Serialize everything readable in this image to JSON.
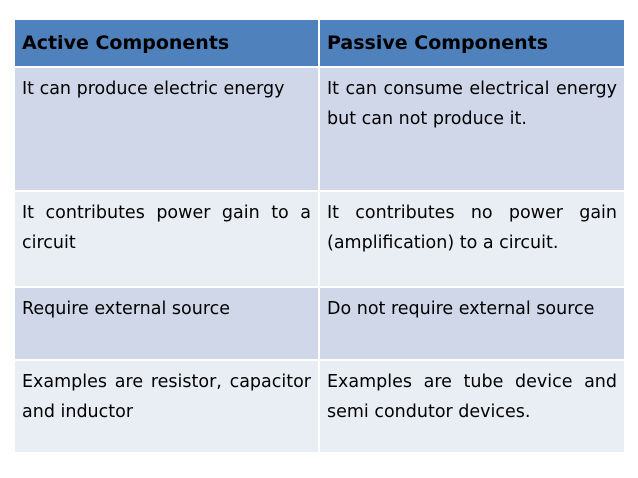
{
  "table": {
    "headers": [
      "Active Components",
      "Passive Components"
    ],
    "rows": [
      {
        "active": "It can produce electric energy",
        "passive": "It can consume electrical energy but can not produce it."
      },
      {
        "active": "It contributes power gain to a circuit",
        "passive": "It contributes no power gain (amplification) to a circuit."
      },
      {
        "active": "Require external source",
        "passive": "Do not require external source"
      },
      {
        "active": "Examples are resistor, capacitor and inductor",
        "passive": "Examples are tube device and semi condutor devices."
      }
    ]
  },
  "colors": {
    "header_bg": "#4f81bd",
    "row_dark": "#cfd7e8",
    "row_light": "#e9edf4"
  }
}
